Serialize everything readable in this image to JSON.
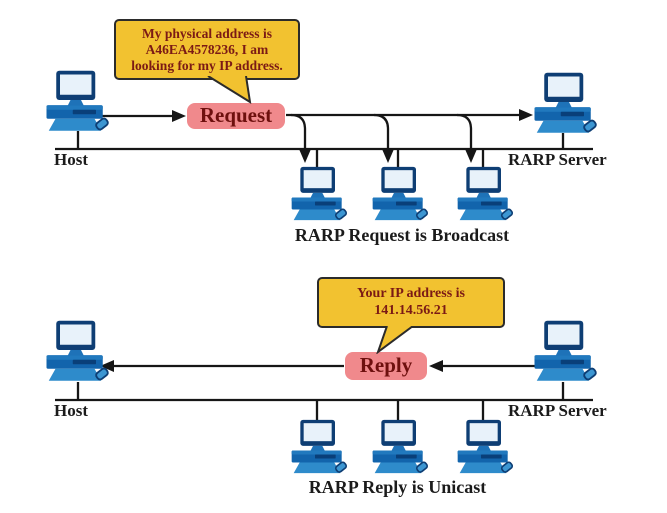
{
  "colors": {
    "bubble_fill": "#F2C230",
    "bubble_border": "#2B2B2B",
    "bubble_text": "#7B1A15",
    "message_box_fill": "#F0898C",
    "message_box_text": "#6E100E",
    "line_color": "#161616",
    "label_text": "#1B1B1B",
    "computer_blue": "#1264AC"
  },
  "icons": {
    "computer": "desktop-computer-icon"
  },
  "top_section": {
    "speech_bubble": {
      "lines": [
        "My physical address is",
        "A46EA4578236, I am",
        "looking for my IP address."
      ]
    },
    "message_label": "Request",
    "host_label": "Host",
    "server_label": "RARP Server",
    "caption": "RARP Request is Broadcast"
  },
  "bottom_section": {
    "speech_bubble": {
      "lines": [
        "Your IP address is",
        "141.14.56.21"
      ]
    },
    "message_label": "Reply",
    "host_label": "Host",
    "server_label": "RARP Server",
    "caption": "RARP Reply is Unicast"
  }
}
